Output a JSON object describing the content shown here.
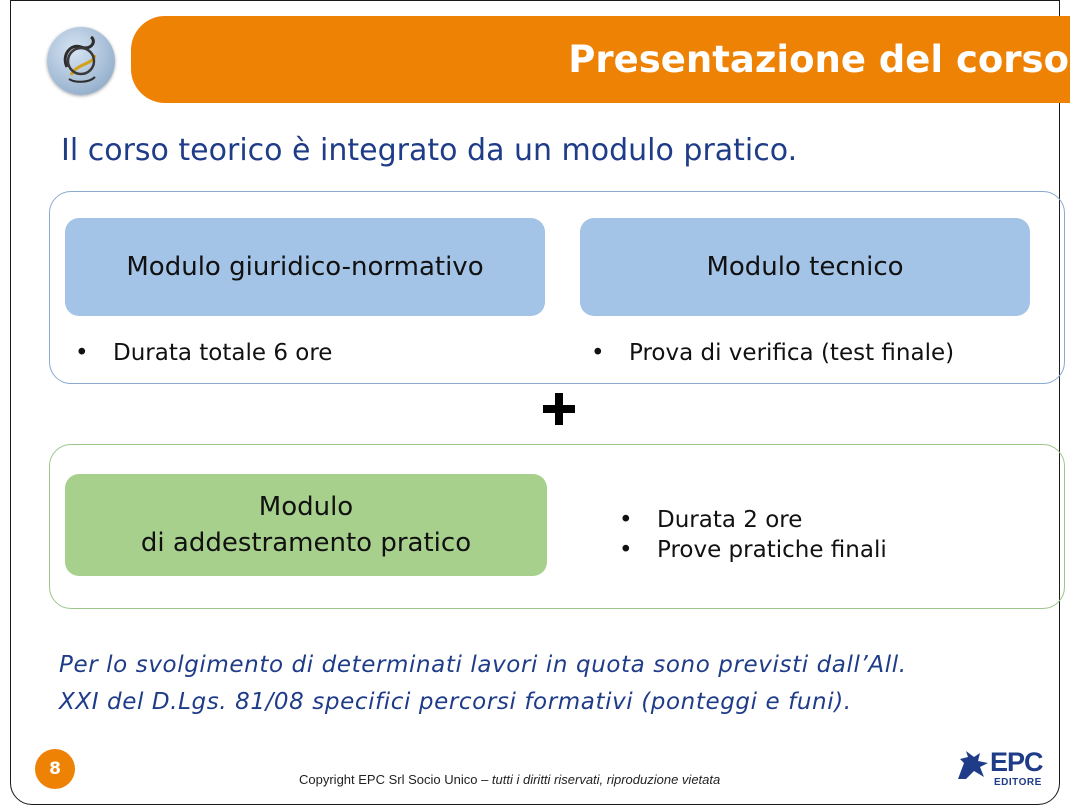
{
  "header": {
    "title": "Presentazione del corso",
    "logo_icon": "course-logo-icon"
  },
  "intro": "Il corso teorico è integrato da un modulo pratico.",
  "theory": {
    "modules": [
      {
        "label": "Modulo giuridico-normativo"
      },
      {
        "label": "Modulo tecnico"
      }
    ],
    "bullets_left": [
      "Durata totale 6 ore"
    ],
    "bullets_right": [
      "Prova di verifica (test finale)"
    ]
  },
  "plus_icon": "plus-icon",
  "practical": {
    "module_line1": "Modulo",
    "module_line2": "di addestramento pratico",
    "bullets": [
      "Durata 2 ore",
      "Prove pratiche finali"
    ]
  },
  "note": {
    "line1": "Per lo svolgimento di determinati lavori in quota sono previsti dall’All.",
    "line2": "XXI del D.Lgs. 81/08 specifici percorsi formativi (ponteggi e funi)."
  },
  "footer": {
    "page_number": "8",
    "copyright_main": "Copyright EPC Srl Socio Unico – ",
    "copyright_italic": "tutti i diritti riservati, riproduzione vietata",
    "brand_name": "EPC",
    "brand_sub": "EDITORE"
  },
  "colors": {
    "accent_orange": "#ee8205",
    "title_blue": "#1f3c88",
    "module_blue": "#a3c3e7",
    "module_green": "#a8d08d"
  }
}
